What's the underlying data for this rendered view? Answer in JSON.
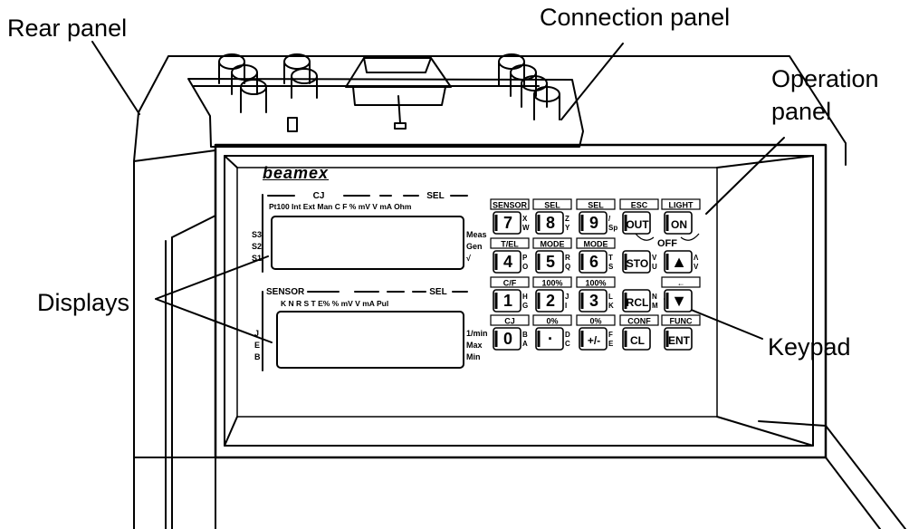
{
  "callouts": {
    "rear_panel": "Rear  panel",
    "connection_panel": "Connection  panel",
    "operation_panel": [
      "Operation",
      "panel"
    ],
    "displays": "Displays",
    "keypad": "Keypad"
  },
  "brand": "beamex",
  "display_top": {
    "group_cj": "CJ",
    "group_sel": "SEL",
    "header_row": "Pt100  Int  Ext  Man  C   F   %   mV  V   mA  Ohm",
    "left_labels": [
      "S3",
      "S2",
      "S1"
    ],
    "right_labels": [
      "Meas",
      "Gen",
      "√"
    ]
  },
  "display_bottom": {
    "group_sensor": "SENSOR",
    "group_sel": "SEL",
    "header_row": "K   N   R   S   T   E%   %   mV   V   mA  Pul",
    "left_labels": [
      "J",
      "E",
      "B"
    ],
    "right_labels": [
      "1/min",
      "Max",
      "Min"
    ]
  },
  "keypad": {
    "rows": [
      {
        "tabs": [
          "SENSOR",
          "SEL",
          "SEL",
          "ESC",
          "LIGHT"
        ],
        "keys": [
          {
            "main": "7",
            "sub1": "X",
            "sub2": "W"
          },
          {
            "main": "8",
            "sub1": "Z",
            "sub2": "Y"
          },
          {
            "main": "9",
            "sub1": "/",
            "sub2": "Sp"
          },
          {
            "main": "OUT",
            "sub1": "",
            "sub2": ""
          },
          {
            "main": "ON",
            "sub1": "",
            "sub2": ""
          }
        ]
      },
      {
        "tabs": [
          "T/EL",
          "MODE",
          "MODE",
          "",
          ""
        ],
        "keys": [
          {
            "main": "4",
            "sub1": "P",
            "sub2": "O"
          },
          {
            "main": "5",
            "sub1": "R",
            "sub2": "Q"
          },
          {
            "main": "6",
            "sub1": "T",
            "sub2": "S"
          },
          {
            "main": "STO",
            "sub1": "V",
            "sub2": "U"
          },
          {
            "main": "▲",
            "sub1": "Λ",
            "sub2": "V"
          }
        ]
      },
      {
        "tabs": [
          "C/F",
          "100%",
          "100%",
          "",
          "←"
        ],
        "keys": [
          {
            "main": "1",
            "sub1": "H",
            "sub2": "G"
          },
          {
            "main": "2",
            "sub1": "J",
            "sub2": "I"
          },
          {
            "main": "3",
            "sub1": "L",
            "sub2": "K"
          },
          {
            "main": "RCL",
            "sub1": "N",
            "sub2": "M"
          },
          {
            "main": "▼",
            "sub1": "",
            "sub2": ""
          }
        ]
      },
      {
        "tabs": [
          "CJ",
          "0%",
          "0%",
          "CONF",
          "FUNC"
        ],
        "keys": [
          {
            "main": "0",
            "sub1": "B",
            "sub2": "A"
          },
          {
            "main": "·",
            "sub1": "D",
            "sub2": "C"
          },
          {
            "main": "+/-",
            "sub1": "F",
            "sub2": "E"
          },
          {
            "main": "CL",
            "sub1": "",
            "sub2": ""
          },
          {
            "main": "ENT",
            "sub1": "",
            "sub2": ""
          }
        ]
      }
    ],
    "off_label": "OFF"
  }
}
